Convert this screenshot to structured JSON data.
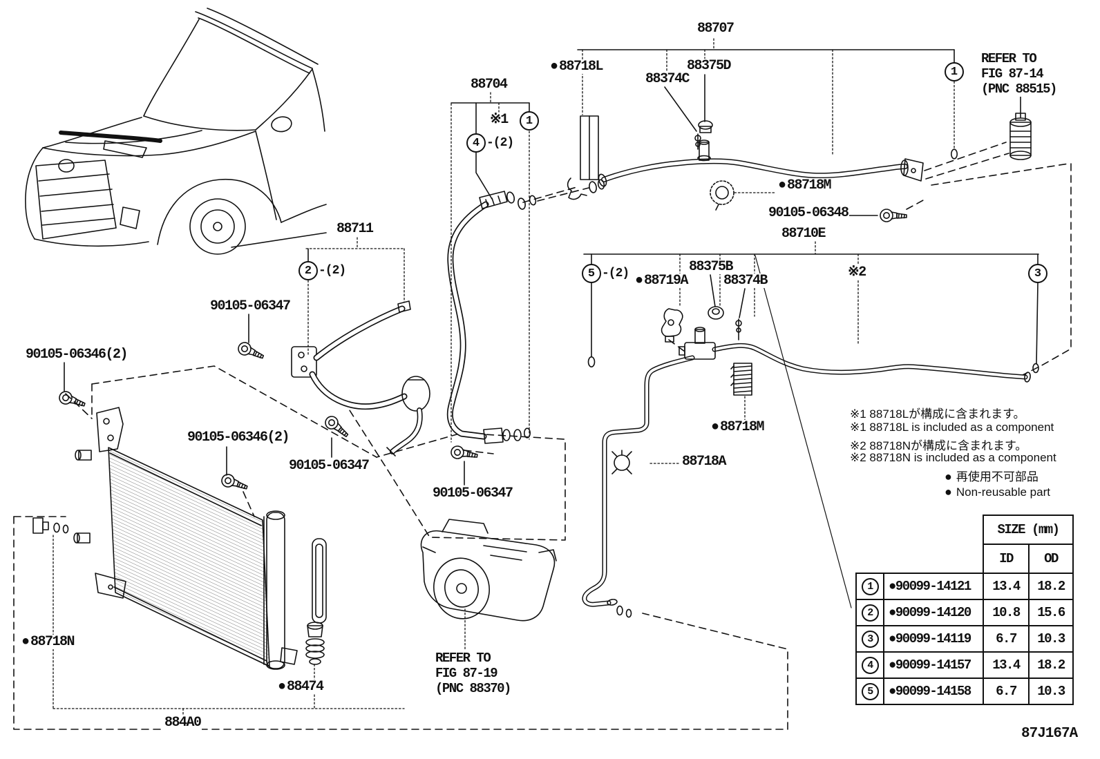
{
  "diagram_code": "87J167A",
  "labels": {
    "bullet": "●",
    "p88707": "88707",
    "p88718L": "88718L",
    "p88375D": "88375D",
    "p88374C": "88374C",
    "p88704": "88704",
    "p88711": "88711",
    "p88710E": "88710E",
    "p88375B": "88375B",
    "p88719A": "88719A",
    "p88374B": "88374B",
    "p88718M": "88718M",
    "p88718A": "88718A",
    "p88718N": "88718N",
    "p88474": "88474",
    "p884A0": "884A0",
    "b06346": "90105-06346(2)",
    "b06347": "90105-06347",
    "b06348": "90105-06348",
    "star1": "※1",
    "star2": "※2",
    "qty2": "-(2)"
  },
  "refer_fig_87_14": {
    "l1": "REFER TO",
    "l2": "FIG 87-14",
    "l3": "(PNC 88515)"
  },
  "refer_fig_87_19": {
    "l1": "REFER TO",
    "l2": "FIG 87-19",
    "l3": "(PNC 88370)"
  },
  "callouts": {
    "c1": "1",
    "c2": "2",
    "c3": "3",
    "c4": "4",
    "c5": "5"
  },
  "notes": {
    "jp1": "※1 88718Lが構成に含まれます。",
    "en1": "※1 88718L is included as a component",
    "jp2": "※2 88718Nが構成に含まれます。",
    "en2": "※2 88718N is included as a component",
    "jp_legend": "再使用不可部品",
    "en_legend": "Non-reusable part"
  },
  "size_table": {
    "header": "SIZE (mm)",
    "col_id": "ID",
    "col_od": "OD",
    "rows": [
      {
        "num": "1",
        "part": "90099-14121",
        "id": "13.4",
        "od": "18.2"
      },
      {
        "num": "2",
        "part": "90099-14120",
        "id": "10.8",
        "od": "15.6"
      },
      {
        "num": "3",
        "part": "90099-14119",
        "id": "6.7",
        "od": "10.3"
      },
      {
        "num": "4",
        "part": "90099-14157",
        "id": "13.4",
        "od": "18.2"
      },
      {
        "num": "5",
        "part": "90099-14158",
        "id": "6.7",
        "od": "10.3"
      }
    ]
  }
}
